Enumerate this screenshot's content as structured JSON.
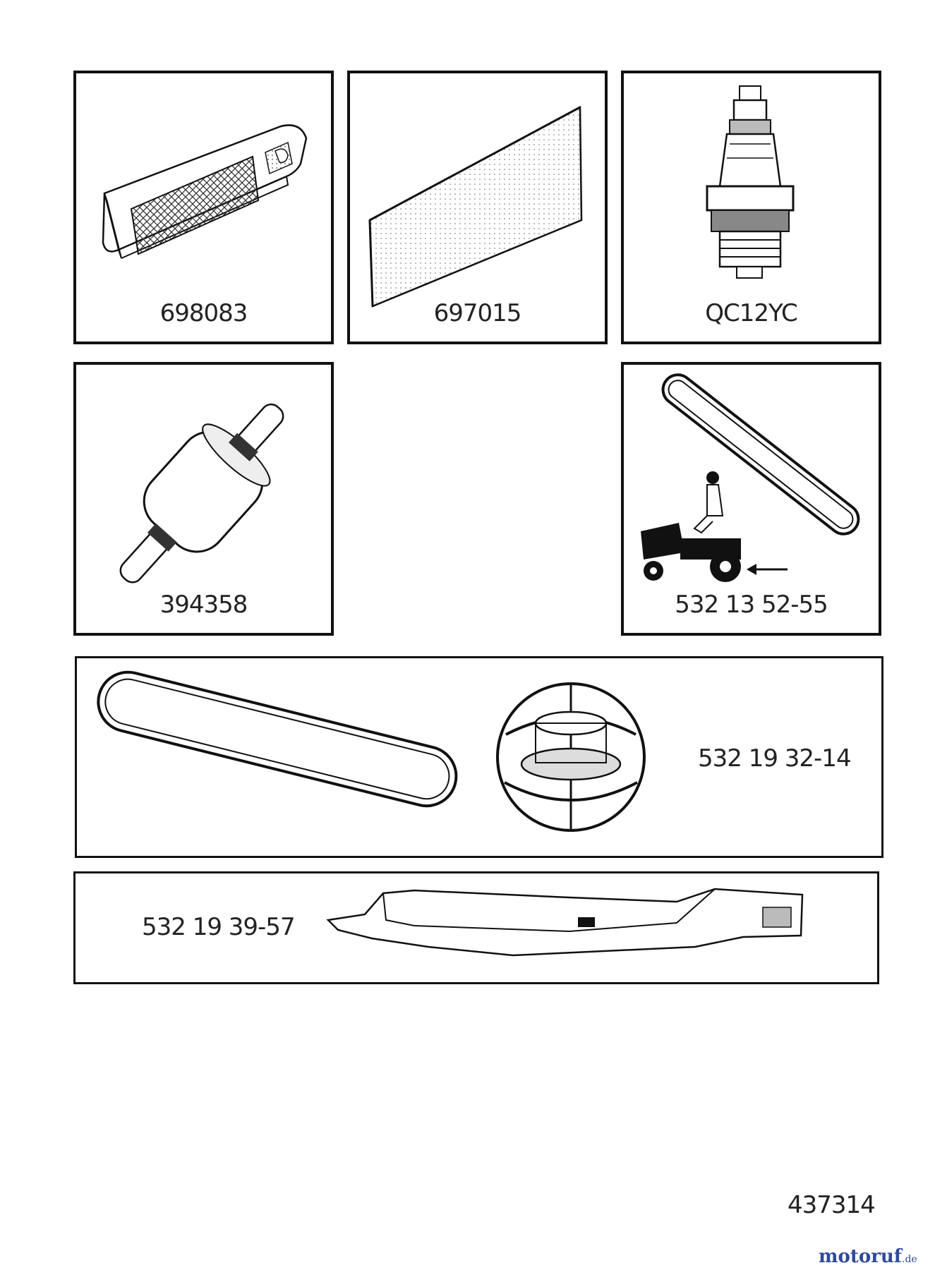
{
  "parts": [
    {
      "id": "air-filter",
      "label": "698083"
    },
    {
      "id": "pre-filter",
      "label": "697015"
    },
    {
      "id": "spark-plug",
      "label": "QC12YC"
    },
    {
      "id": "fuel-filter",
      "label": "394358"
    },
    {
      "id": "drive-belt",
      "label": "532 13 52-55"
    },
    {
      "id": "mower-belt-pulley",
      "label": "532 19 32-14"
    },
    {
      "id": "mower-blade",
      "label": "532 19 39-57"
    }
  ],
  "footer_code": "437314",
  "watermark": {
    "part1": "motoruf",
    "part2": ".de"
  }
}
